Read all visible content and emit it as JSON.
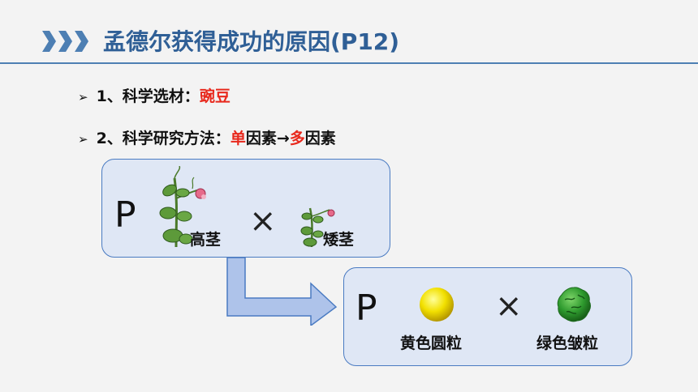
{
  "header": {
    "title": "孟德尔获得成功的原因(P12)"
  },
  "bullets": [
    {
      "prefix": "1、科学选材：",
      "highlight": "豌豆"
    },
    {
      "prefix": "2、科学研究方法：",
      "h1": "单",
      "mid": "因素→",
      "h2": "多",
      "suffix": "因素"
    }
  ],
  "cross1": {
    "p": "P",
    "times": "×",
    "left_label": "高茎",
    "right_label": "矮茎"
  },
  "cross2": {
    "p": "P",
    "times": "×",
    "left_label": "黄色圆粒",
    "right_label": "绿色皱粒"
  },
  "colors": {
    "title": "#2f5f96",
    "highlight": "#e8281c",
    "box_fill": "#dfe7f5",
    "box_border": "#4a7bc2",
    "arrow_fill": "#aec3ea"
  }
}
